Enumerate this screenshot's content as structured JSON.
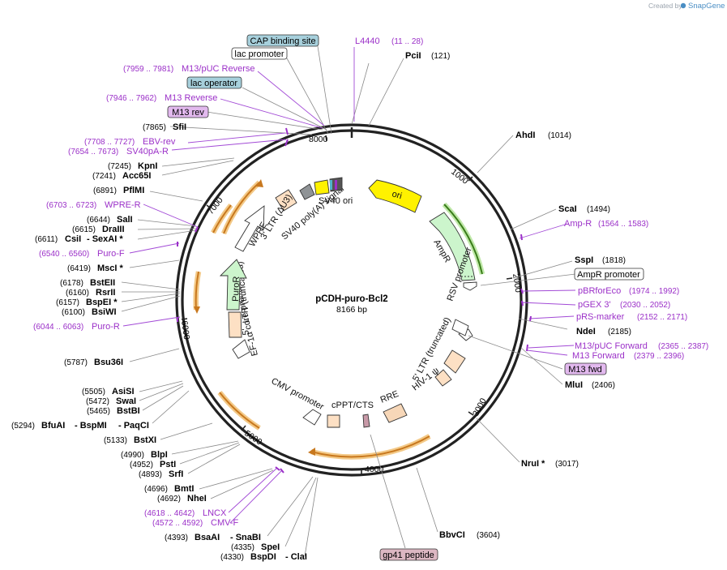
{
  "plasmid": {
    "name": "pCDH-puro-Bcl2",
    "size_label": "8166 bp"
  },
  "branding": {
    "created_by": "Created by",
    "product": "SnapGene"
  },
  "ticks": [
    "1000",
    "2000",
    "3000",
    "4000",
    "5000",
    "6000",
    "7000",
    "8000"
  ],
  "boxed_labels": {
    "cap_binding": "CAP binding site",
    "lac_promoter": "lac promoter",
    "lac_operator": "lac operator",
    "m13_rev": "M13 rev",
    "ampr_promoter": "AmpR promoter",
    "m13_fwd": "M13 fwd",
    "gp41": "gp41 peptide"
  },
  "top_primer": {
    "name": "L4440",
    "range": "(11 .. 28)"
  },
  "enzymes": {
    "pcii": {
      "name": "PciI",
      "pos": "(121)"
    },
    "ahdi": {
      "name": "AhdI",
      "pos": "(1014)"
    },
    "scai": {
      "name": "ScaI",
      "pos": "(1494)"
    },
    "sspi": {
      "name": "SspI",
      "pos": "(1818)"
    },
    "ndei": {
      "name": "NdeI",
      "pos": "(2185)"
    },
    "mlui": {
      "name": "MluI",
      "pos": "(2406)"
    },
    "nrui": {
      "name": "NruI *",
      "pos": "(3017)"
    },
    "bbvci": {
      "name": "BbvCI",
      "pos": "(3604)"
    },
    "sfii": {
      "name": "SfiI",
      "pos": "(7865)"
    },
    "kpni": {
      "name": "KpnI",
      "pos": "(7245)"
    },
    "acc65i": {
      "name": "Acc65I",
      "pos": "(7241)"
    },
    "pflmi": {
      "name": "PflMI",
      "pos": "(6891)"
    },
    "sali": {
      "name": "SalI",
      "pos": "(6644)"
    },
    "draiii": {
      "name": "DraIII",
      "pos": "(6615)"
    },
    "csii": {
      "name": "CsiI",
      "pos": "(6611)",
      "extra": "- SexAI *"
    },
    "msci": {
      "name": "MscI *",
      "pos": "(6419)"
    },
    "bsteii": {
      "name": "BstEII",
      "pos": "(6178)"
    },
    "rsrii": {
      "name": "RsrII",
      "pos": "(6160)"
    },
    "bspei": {
      "name": "BspEI *",
      "pos": "(6157)"
    },
    "bsiwi": {
      "name": "BsiWI",
      "pos": "(6100)"
    },
    "bsu36i": {
      "name": "Bsu36I",
      "pos": "(5787)"
    },
    "asisi": {
      "name": "AsiSI",
      "pos": "(5505)"
    },
    "swai": {
      "name": "SwaI",
      "pos": "(5472)"
    },
    "bstbi": {
      "name": "BstBI",
      "pos": "(5465)"
    },
    "bfuai": {
      "name": "BfuAI",
      "pos": "(5294)",
      "extra1": "- BspMI",
      "extra2": "- PaqCI"
    },
    "bstxi": {
      "name": "BstXI",
      "pos": "(5133)"
    },
    "blpi": {
      "name": "BlpI",
      "pos": "(4990)"
    },
    "psti": {
      "name": "PstI",
      "pos": "(4952)"
    },
    "srfi": {
      "name": "SrfI",
      "pos": "(4893)"
    },
    "bmti": {
      "name": "BmtI",
      "pos": "(4696)"
    },
    "nhei": {
      "name": "NheI",
      "pos": "(4692)"
    },
    "bsaai": {
      "name": "BsaAI",
      "pos": "(4393)",
      "extra": "- SnaBI"
    },
    "spei": {
      "name": "SpeI",
      "pos": "(4335)"
    },
    "bspdi": {
      "name": "BspDI",
      "pos": "(4330)",
      "extra": "- ClaI"
    }
  },
  "primers": {
    "m13puc_rev": {
      "name": "M13/pUC Reverse",
      "range": "(7959 .. 7981)"
    },
    "m13_reverse": {
      "name": "M13 Reverse",
      "range": "(7946 .. 7962)"
    },
    "ebv_rev": {
      "name": "EBV-rev",
      "range": "(7708 .. 7727)"
    },
    "sv40pa_r": {
      "name": "SV40pA-R",
      "range": "(7654 .. 7673)"
    },
    "wpre_r": {
      "name": "WPRE-R",
      "range": "(6703 .. 6723)"
    },
    "puro_f": {
      "name": "Puro-F",
      "range": "(6540 .. 6560)"
    },
    "puro_r": {
      "name": "Puro-R",
      "range": "(6044 .. 6063)"
    },
    "lncx": {
      "name": "LNCX",
      "range": "(4618 .. 4642)"
    },
    "cmv_f": {
      "name": "CMV-F",
      "range": "(4572 .. 4592)"
    },
    "amp_r": {
      "name": "Amp-R",
      "range": "(1564 .. 1583)"
    },
    "pbrforeco": {
      "name": "pBRforEco",
      "range": "(1974 .. 1992)"
    },
    "pgex3": {
      "name": "pGEX 3'",
      "range": "(2030 .. 2052)"
    },
    "prs_marker": {
      "name": "pRS-marker",
      "range": "(2152 .. 2171)"
    },
    "m13puc_fwd": {
      "name": "M13/pUC Forward",
      "range": "(2365 .. 2387)"
    },
    "m13_forward": {
      "name": "M13 Forward",
      "range": "(2379 .. 2396)"
    }
  },
  "features": {
    "ori": "ori",
    "ampr": "AmpR",
    "rsv": "RSV promoter",
    "ltr5": "5' LTR (truncated)",
    "hiv": "HIV-1 ψ",
    "rre": "RRE",
    "cppt": "cPPT/CTS",
    "cmv": "CMV promoter",
    "ef1a": "EF-1α core promoter",
    "ltr_trunc": "LTR (truncated)",
    "five": "5'",
    "puror": "PuroR",
    "wpre": "WPRE",
    "ltr3": "3' LTR (ΔU3)",
    "sv40pa": "SV40 poly(A) signal",
    "sv40ori": "SV40 ori"
  },
  "colors": {
    "backbone": "#222222",
    "primer": "#9b30c8",
    "ori_fill": "#fff200",
    "ampr_fill": "#ccf5cc",
    "ampr_ring": "#3a7d1a",
    "orf_ring": "#c8781e",
    "orf_glow": "#f3c987",
    "misc_fill": "#fde0c4",
    "grey_box": "#8f9396",
    "rre_fill": "#f7d7b8",
    "cppt_fill": "#c89aa8",
    "boxed_blue": "#a7d0dc",
    "boxed_violet": "#e2b9ee",
    "boxed_pink": "#dcb7c2"
  }
}
